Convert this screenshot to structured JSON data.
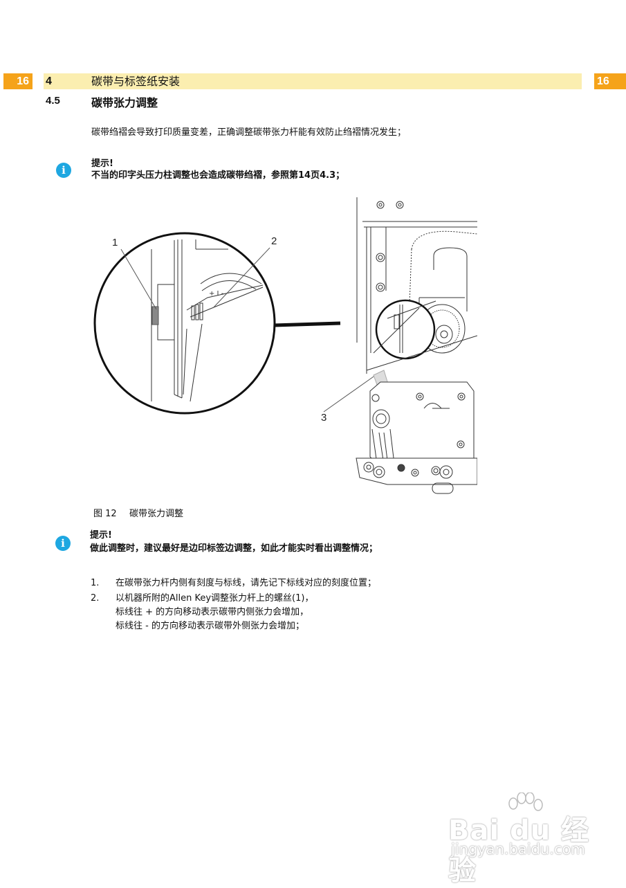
{
  "header": {
    "page_number_left": "16",
    "page_number_right": "16",
    "chapter_number": "4",
    "chapter_title": "碳带与标签纸安装",
    "colors": {
      "badge": "#f5a31a",
      "bar": "#fbeeb0"
    }
  },
  "section": {
    "number": "4.5",
    "title": "碳带张力调整"
  },
  "intro": "碳带绉褶会导致打印质量变差，正确调整碳带张力杆能有效防止绉褶情况发生；",
  "note1": {
    "icon": "info-icon",
    "heading": "提示!",
    "text": "不当的印字头压力柱调整也会造成碳带绉褶，参照第14页4.3；"
  },
  "figure": {
    "callouts": [
      "1",
      "2",
      "3"
    ],
    "caption_label": "图  12",
    "caption_title": "碳带张力调整"
  },
  "note2": {
    "icon": "info-icon",
    "heading": "提示!",
    "text": "做此调整时，建议最好是边印标签边调整，如此才能实时看出调整情况；"
  },
  "steps": [
    {
      "num": "1.",
      "lines": [
        "在碳带张力杆内侧有刻度与标线，请先记下标线对应的刻度位置；"
      ]
    },
    {
      "num": "2.",
      "lines": [
        "以机器所附的Allen Key调整张力杆上的螺丝(1)，",
        "标线往  +  的方向移动表示碳带内侧张力会增加，",
        "标线往  -  的方向移动表示碳带外侧张力会增加；"
      ]
    }
  ],
  "watermark": {
    "brand": "Bai du 经验",
    "url": "jingyan.baidu.com"
  }
}
